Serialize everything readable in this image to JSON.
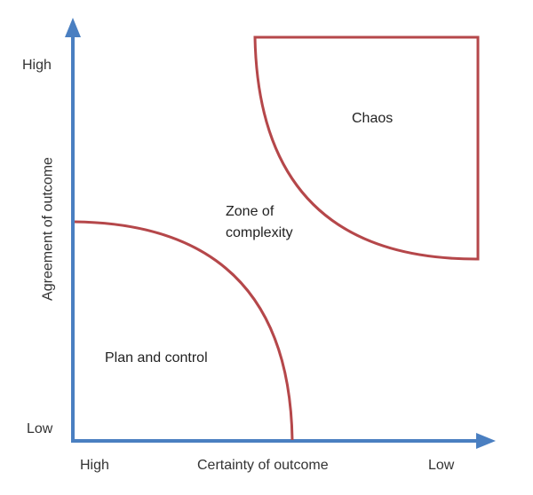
{
  "diagram": {
    "y_axis": {
      "title": "Agreement of outcome",
      "high_label": "High",
      "low_label": "Low"
    },
    "x_axis": {
      "title": "Certainty of outcome",
      "high_label": "High",
      "low_label": "Low"
    },
    "regions": {
      "chaos": "Chaos",
      "zone_line1": "Zone of",
      "zone_line2": "complexity",
      "plan": "Plan and control"
    },
    "colors": {
      "axis": "#4a7fc1",
      "boundary": "#b5474a"
    }
  }
}
